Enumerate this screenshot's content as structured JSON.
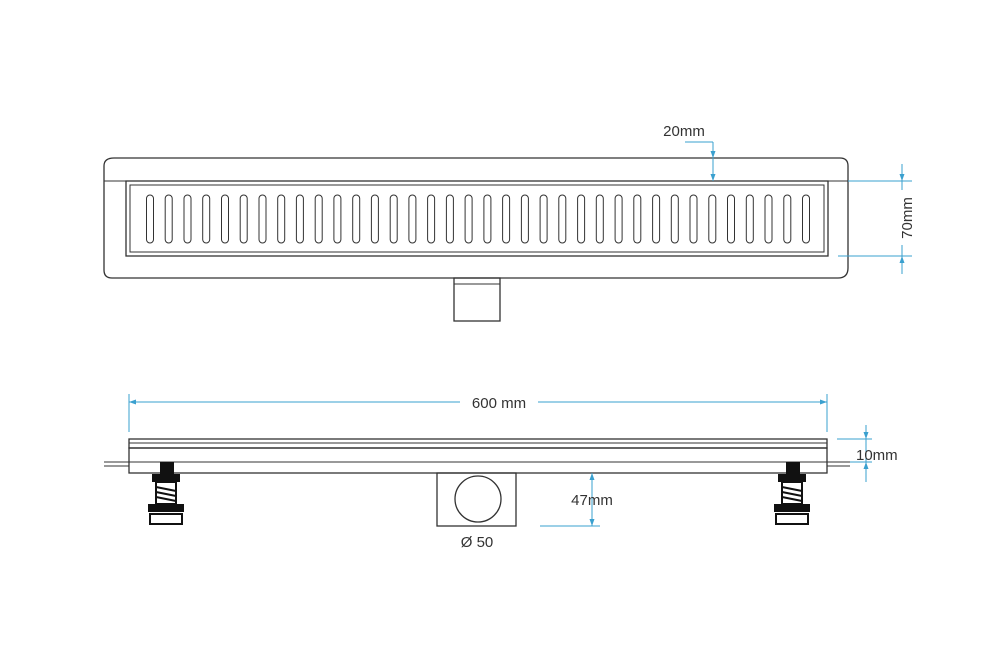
{
  "labels": {
    "gap_top": "20mm",
    "width": "70mm",
    "length": "600 mm",
    "height": "10mm",
    "outlet_height": "47mm",
    "outlet_diameter": "Ø 50"
  },
  "grate": {
    "slot_count": 36
  },
  "colors": {
    "line": "#333333",
    "dimension": "#3aa0cf",
    "background": "#ffffff"
  }
}
